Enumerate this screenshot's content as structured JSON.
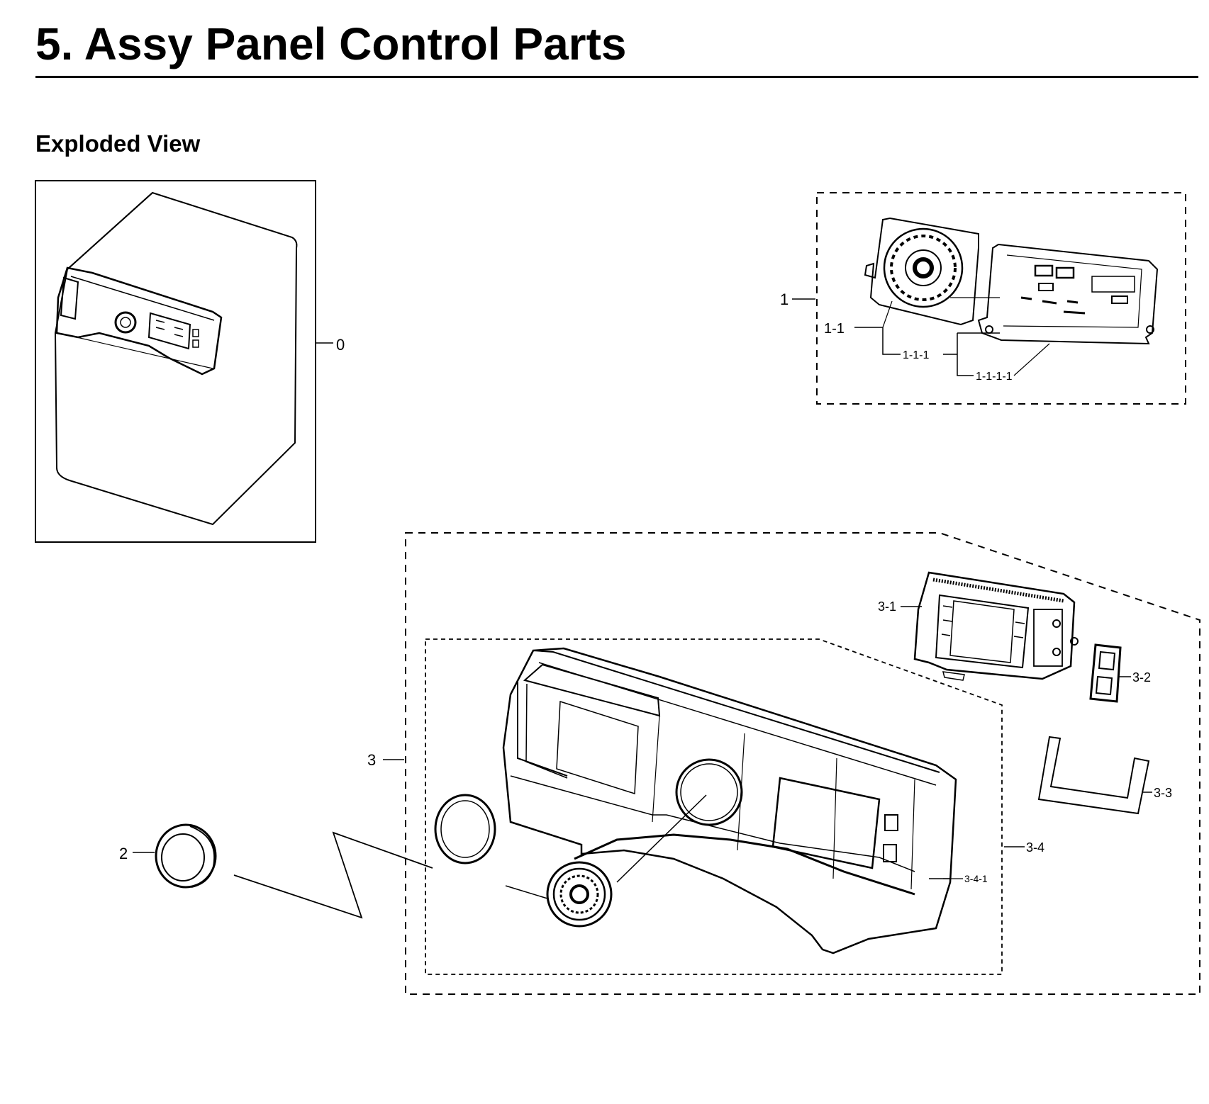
{
  "header": {
    "title": "5.  Assy Panel Control Parts",
    "subtitle": "Exploded View"
  },
  "callouts": {
    "c0": "0",
    "c1": "1",
    "c1_1": "1-1",
    "c1_1_1": "1-1-1",
    "c1_1_1_1": "1-1-1-1",
    "c2": "2",
    "c3": "3",
    "c3_1": "3-1",
    "c3_2": "3-2",
    "c3_3": "3-3",
    "c3_4": "3-4",
    "c3_4_1": "3-4-1"
  }
}
